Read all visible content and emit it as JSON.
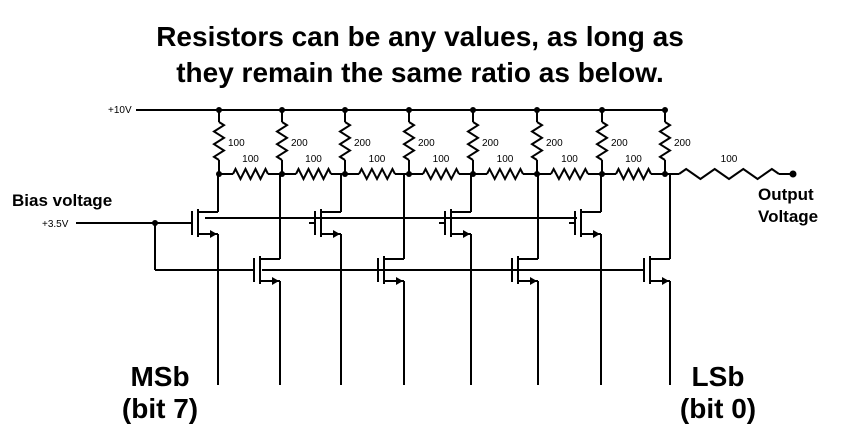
{
  "title": {
    "line1": "Resistors can be any values, as long as",
    "line2": "they remain the same ratio as below."
  },
  "supply": {
    "label": "+10V"
  },
  "bias": {
    "label": "Bias voltage",
    "value": "+3.5V"
  },
  "output": {
    "line1": "Output",
    "line2": "Voltage"
  },
  "msb": {
    "line1": "MSb",
    "line2": "(bit 7)"
  },
  "lsb": {
    "line1": "LSb",
    "line2": "(bit 0)"
  },
  "resistors": {
    "vertical": [
      "100",
      "200",
      "200",
      "200",
      "200",
      "200",
      "200",
      "200"
    ],
    "horizontal": [
      "100",
      "100",
      "100",
      "100",
      "100",
      "100",
      "100",
      "100"
    ]
  }
}
